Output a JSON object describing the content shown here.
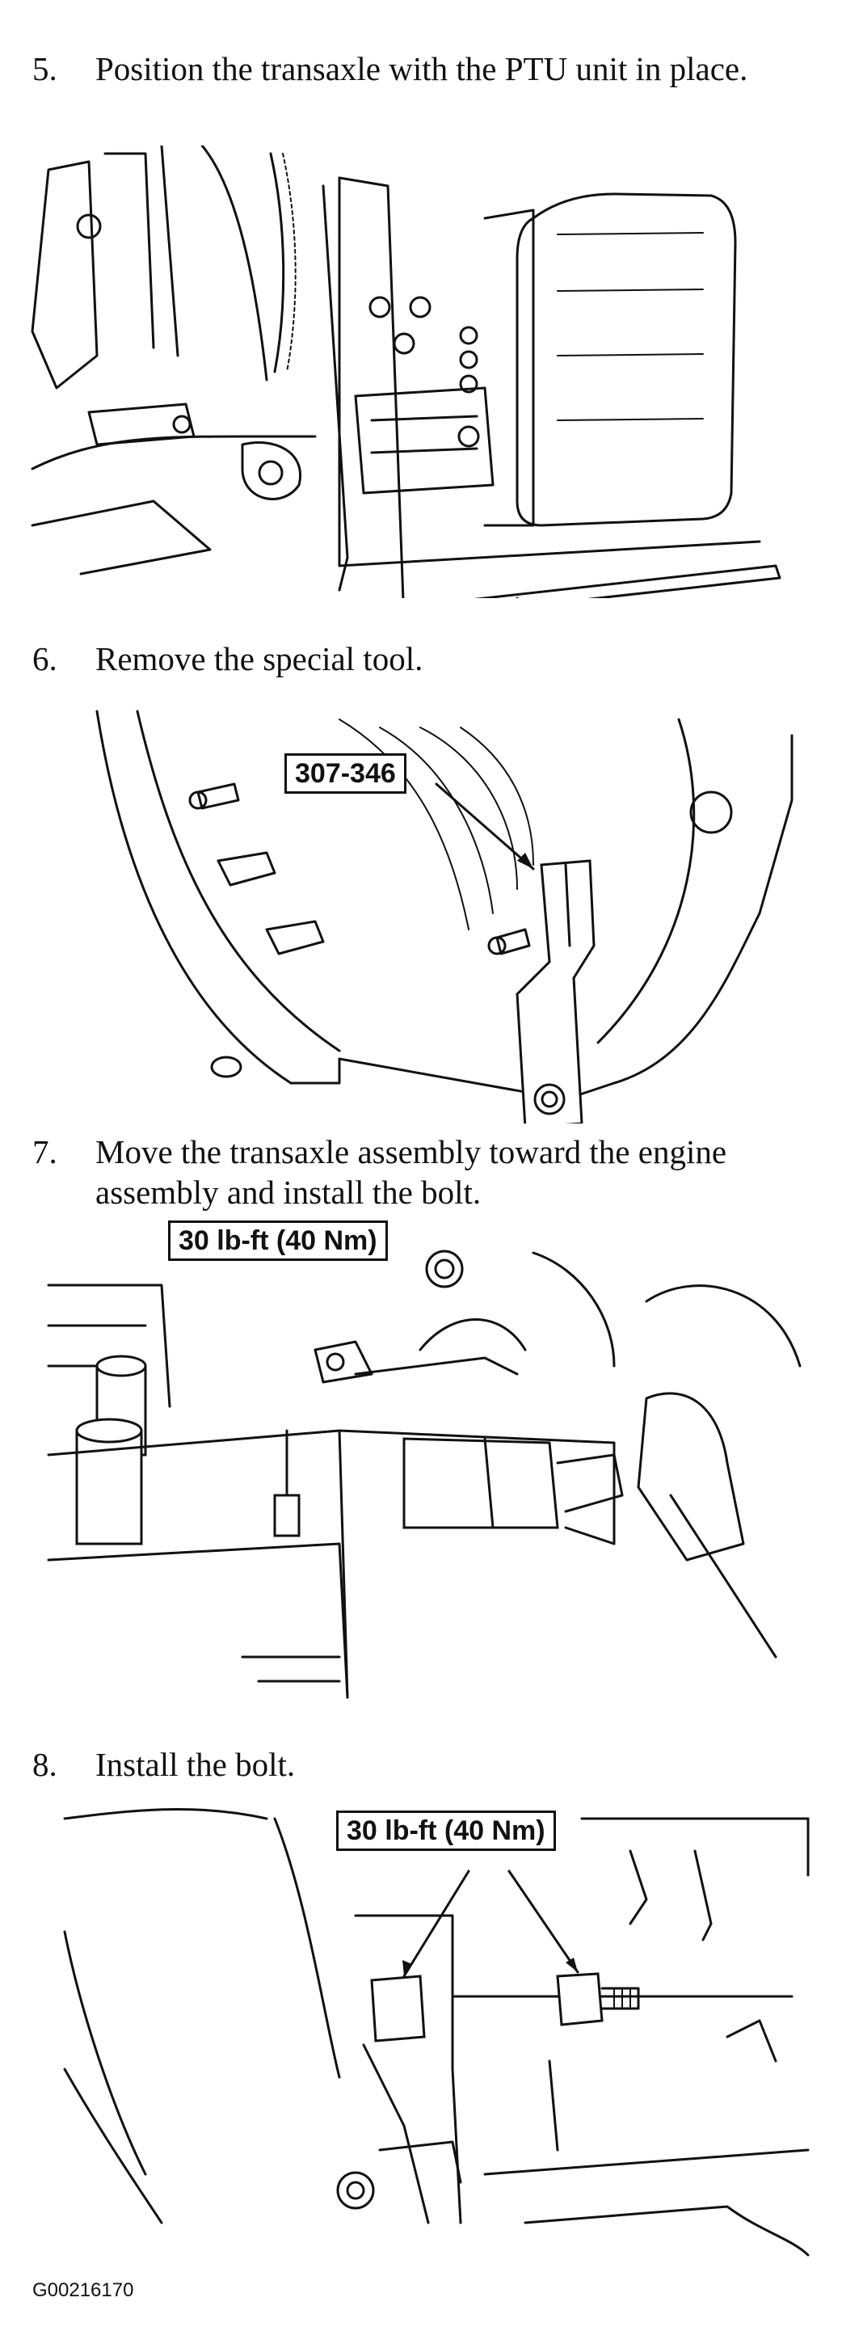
{
  "steps": [
    {
      "num": "5.",
      "text": "Position the transaxle with the PTU unit in place."
    },
    {
      "num": "6.",
      "text": "Remove the special tool."
    },
    {
      "num": "7.",
      "text": "Move the transaxle assembly toward the engine assembly and install the bolt."
    },
    {
      "num": "8.",
      "text": "Install the bolt."
    }
  ],
  "callouts": {
    "tool": "307-346",
    "torque_step7": "30 lb-ft (40 Nm)",
    "torque_step8": "30 lb-ft (40 Nm)"
  },
  "figure_code": "G00216170"
}
